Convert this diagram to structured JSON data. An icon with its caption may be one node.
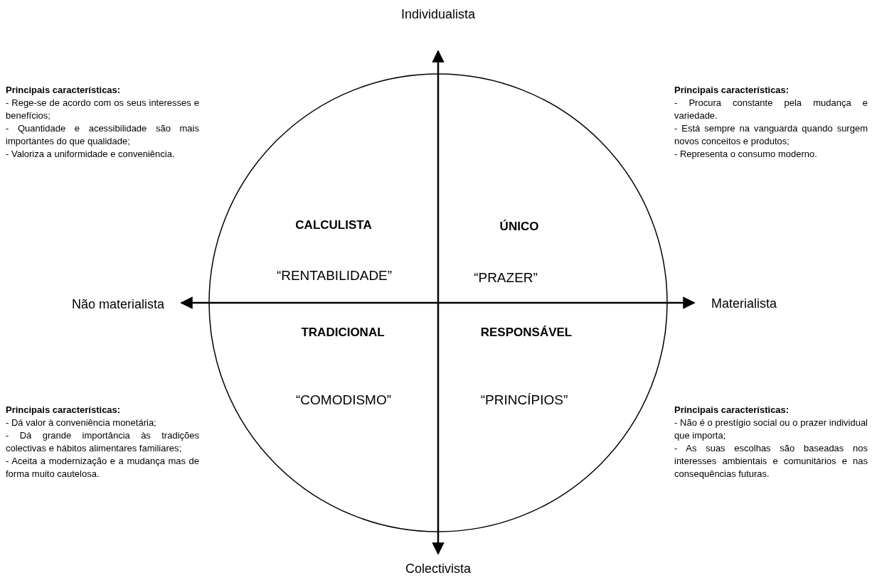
{
  "diagram": {
    "labels": [
      "Individualista",
      "Principais características:",
      "- Rege-se de acordo com os seus interesses e benefícios;",
      "- Quantidade e acessibilidade são mais importantes do que qualidade;",
      "- Valoriza a uniformidade e conveniência.",
      "Principais características:",
      "- Procura constante pela mudança e variedade.",
      "- Está sempre na vanguarda quando surgem novos conceitos e produtos;",
      "- Representa o consumo moderno.",
      "CALCULISTA",
      "ÚNICO",
      "“RENTABILIDADE”",
      "“PRAZER”",
      "Não materialista",
      "Materialista",
      "TRADICIONAL",
      "RESPONSÁVEL",
      "Principais características:",
      "- Dá valor à conveniência monetária;",
      "- Dá grande importância às tradições colectivas e hábitos alimentares familiares;",
      "- Aceita a modernização e a mudança mas de forma muito cautelosa.",
      "“COMODISMO”",
      "“PRINCÍPIOS”",
      "Principais características:",
      "- Não é o prestígio social ou o prazer individual que importa;",
      "- As suas escolhas são baseadas nos interesses ambientais e comunitários e nas consequências futuras.",
      "Colectivista"
    ]
  }
}
